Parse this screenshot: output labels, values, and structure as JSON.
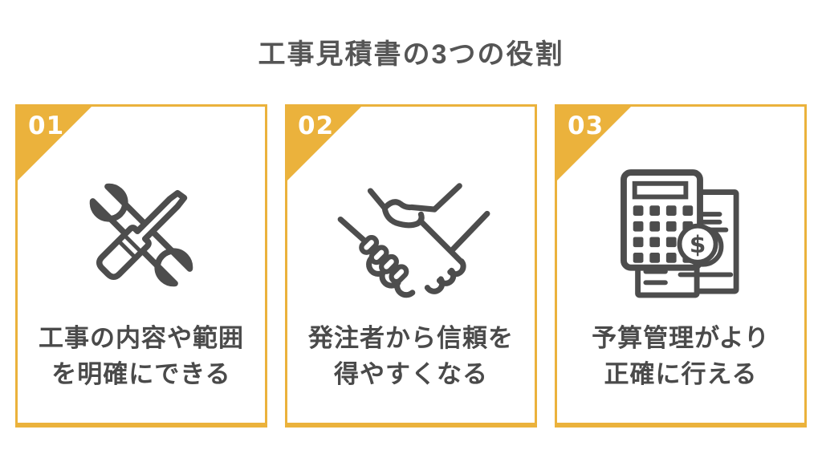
{
  "title": "工事見積書の3つの役割",
  "colors": {
    "accent": "#EBB23C",
    "title_text": "#555555",
    "card_text": "#4A4A4A",
    "icon_stroke": "#4D4D4D",
    "badge_number_text": "#FFFFFF",
    "background": "#FFFFFF"
  },
  "cards": [
    {
      "number": "01",
      "icon": "wrench-screwdriver-icon",
      "line1": "工事の内容や範囲",
      "line2": "を明確にできる"
    },
    {
      "number": "02",
      "icon": "handshake-icon",
      "line1": "発注者から信頼を",
      "line2": "得やすくなる"
    },
    {
      "number": "03",
      "icon": "calculator-document-dollar-icon",
      "line1": "予算管理がより",
      "line2": "正確に行える",
      "coin_symbol": "$"
    }
  ]
}
